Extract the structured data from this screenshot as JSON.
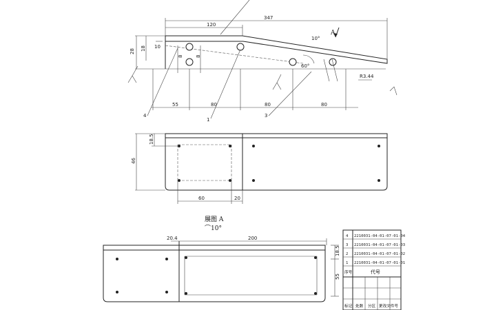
{
  "front_view": {
    "dims": {
      "overall": "347",
      "top_len": "120",
      "angle_top": "10°",
      "angle_mid": "60°",
      "height_a": "28",
      "height_b": "18",
      "height_c": "10",
      "small_a": "8",
      "small_b": "8",
      "bottom_1": "55",
      "bottom_2": "80",
      "bottom_3": "80",
      "bottom_4": "80",
      "radius": "R3.44"
    },
    "view_arrow": "A",
    "leaders": [
      "4",
      "1",
      "3"
    ]
  },
  "top_view": {
    "dims": {
      "left_h": "18.5",
      "height": "46",
      "bottom_a": "60",
      "bottom_b": "20"
    }
  },
  "view_a": {
    "caption": "展图 A",
    "rotation": "⌒10°",
    "dims": {
      "left": "20.4",
      "width": "200",
      "side_a": "18.5",
      "side_b": "55"
    }
  },
  "parts_table": {
    "rows": [
      {
        "no": "4",
        "code": "2210031-04-01-07-01-04"
      },
      {
        "no": "3",
        "code": "2210031-04-01-07-01-03"
      },
      {
        "no": "2",
        "code": "2210031-04-01-07-01-02"
      },
      {
        "no": "1",
        "code": "2210031-04-01-07-01-01"
      }
    ],
    "header_no": "序号",
    "header_code": "代号",
    "footer": [
      "标记",
      "处数",
      "分区",
      "更改文件号"
    ]
  }
}
